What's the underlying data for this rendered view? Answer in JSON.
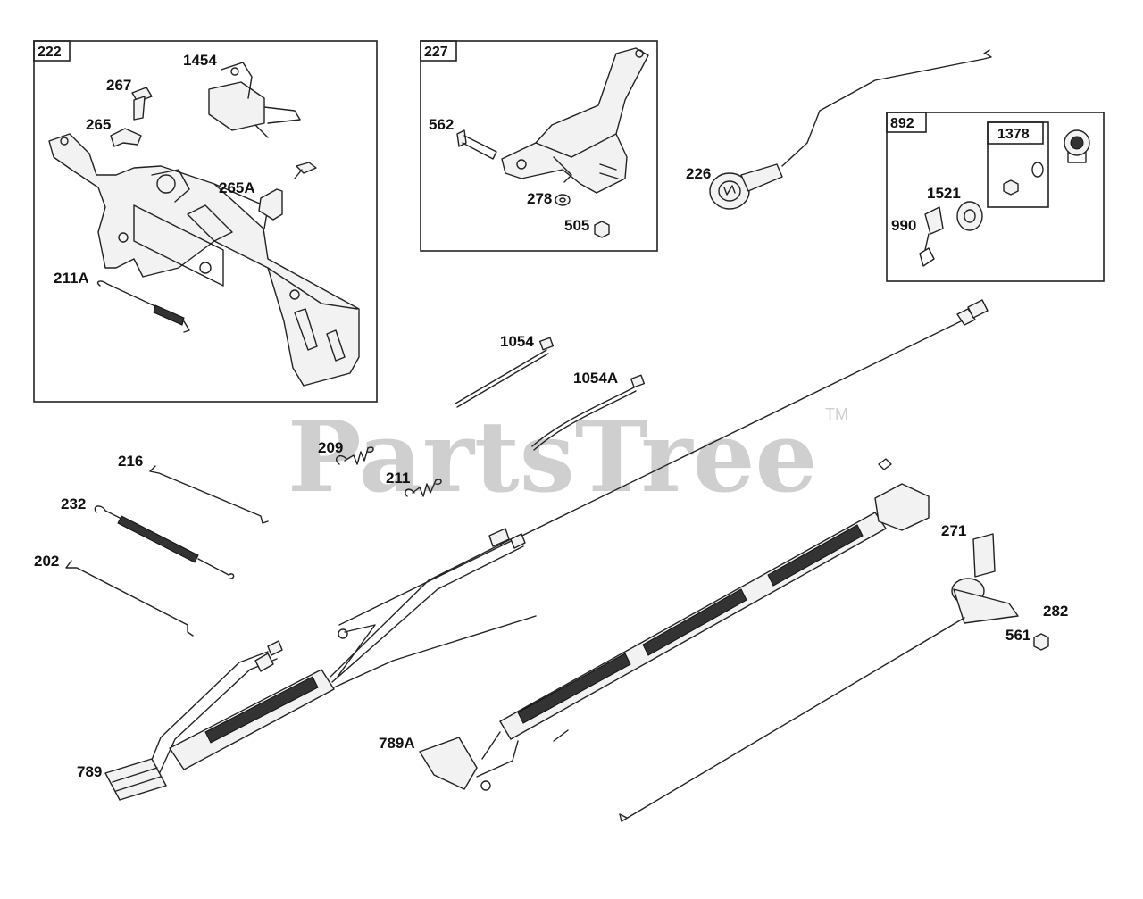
{
  "watermark": {
    "text": "PartsTree",
    "tm": "TM"
  },
  "groups": {
    "g222": "222",
    "g227": "227",
    "g892": "892",
    "g1378": "1378"
  },
  "labels": {
    "p1454": "1454",
    "p267": "267",
    "p265": "265",
    "p265A": "265A",
    "p211A": "211A",
    "p562": "562",
    "p278": "278",
    "p505": "505",
    "p226": "226",
    "p1521": "1521",
    "p990": "990",
    "p1054": "1054",
    "p1054A": "1054A",
    "p209": "209",
    "p211": "211",
    "p216": "216",
    "p232": "232",
    "p202": "202",
    "p271": "271",
    "p282": "282",
    "p561": "561",
    "p789A": "789A",
    "p789": "789"
  }
}
